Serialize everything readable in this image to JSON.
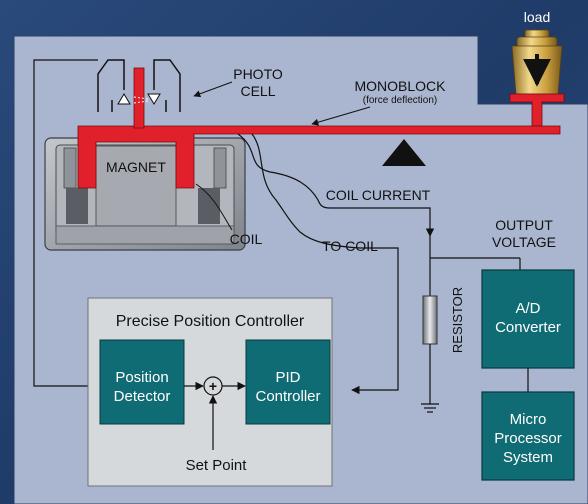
{
  "labels": {
    "load": "load",
    "photo_cell_1": "PHOTO",
    "photo_cell_2": "CELL",
    "monoblock": "MONOBLOCK",
    "monoblock_sub": "(force deflection)",
    "magnet": "MAGNET",
    "coil": "COIL",
    "coil_current": "COIL CURRENT",
    "to_coil": "TO COIL",
    "output_voltage_1": "OUTPUT",
    "output_voltage_2": "VOLTAGE",
    "resistor": "RESISTOR",
    "controller_title": "Precise Position Controller",
    "position_detector_1": "Position",
    "position_detector_2": "Detector",
    "pid_controller_1": "PID",
    "pid_controller_2": "Controller",
    "set_point": "Set Point",
    "ad_converter_1": "A/D",
    "ad_converter_2": "Converter",
    "micro_processor_1": "Micro",
    "micro_processor_2": "Processor",
    "micro_processor_3": "System",
    "summing_symbol": "+"
  },
  "colors": {
    "background": "#243f6e",
    "panel": "#aab6cf",
    "controller_box": "#d6d9dc",
    "function_block": "#106c74",
    "monoblock": "#e0202a",
    "magnet": "#9ea2a8",
    "load_weight": "#d8b65a"
  }
}
